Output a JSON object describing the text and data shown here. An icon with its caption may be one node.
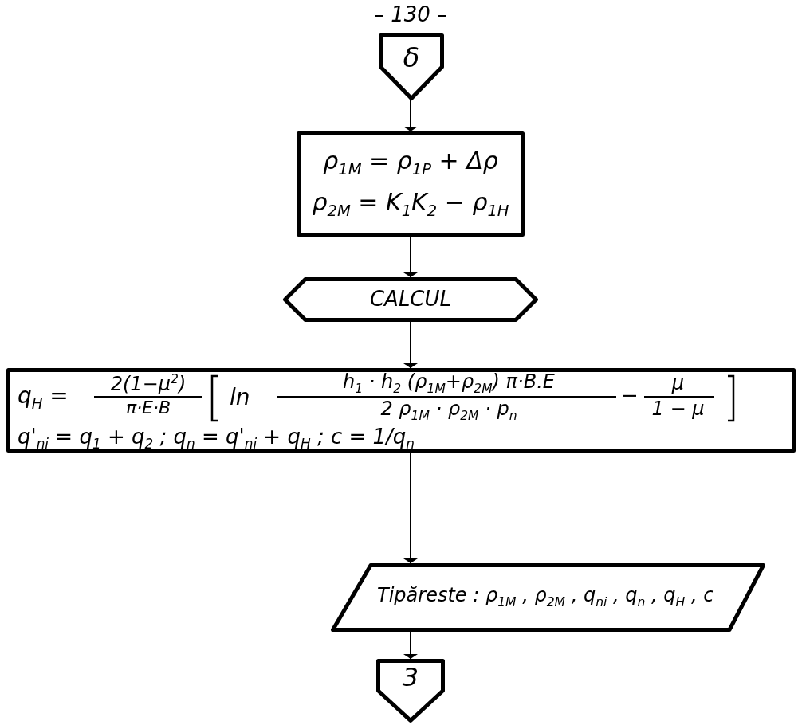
{
  "diagram": {
    "nodes": [
      {
        "text": [
          "δ"
        ]
      },
      {
        "text": [
          "ρ$_{1M}$ = ρ$_{1P}$ + Δρ",
          "ρ$_{2M}$ = K$_{1}$K$_{2}$ − ρ$_{1H}$"
        ]
      },
      {
        "text": [
          "CALCUL"
        ]
      },
      {
        "text": [
          "q$_{H}$ =",
          "2(1−μ$^{2}$)",
          "π·E·B",
          "ln",
          "h$_{1}$ · h$_{2}$ (ρ$_{1M}$+ρ$_{2M}$) π·B.E",
          "2 ρ$_{1M}$ · ρ$_{2M}$ · p$_{n}$",
          "−",
          "μ",
          "1 − μ",
          "q'$_{ni}$ = q$_{1}$ + q$_{2}$ ; q$_{n}$ = q'$_{ni}$ + q$_{H}$ ; c = 1/q$_{n}$"
        ]
      },
      {
        "text": [
          "Tipăreste : ρ$_{1M}$ , ρ$_{2M}$ , q$_{ni}$ , q$_{n}$ , q$_{H}$ , c"
        ]
      },
      {
        "text": [
          "3"
        ]
      }
    ],
    "edges": [
      {
        "from": 0,
        "to": 1,
        "arrow": "to"
      },
      {
        "from": 1,
        "to": 2,
        "arrow": "to"
      },
      {
        "from": 2,
        "to": 3,
        "arrow": "to"
      },
      {
        "from": 3,
        "to": 4,
        "arrow": "to"
      },
      {
        "from": 4,
        "to": 5,
        "arrow": "to"
      }
    ],
    "labels": [
      "– 130 –"
    ]
  }
}
